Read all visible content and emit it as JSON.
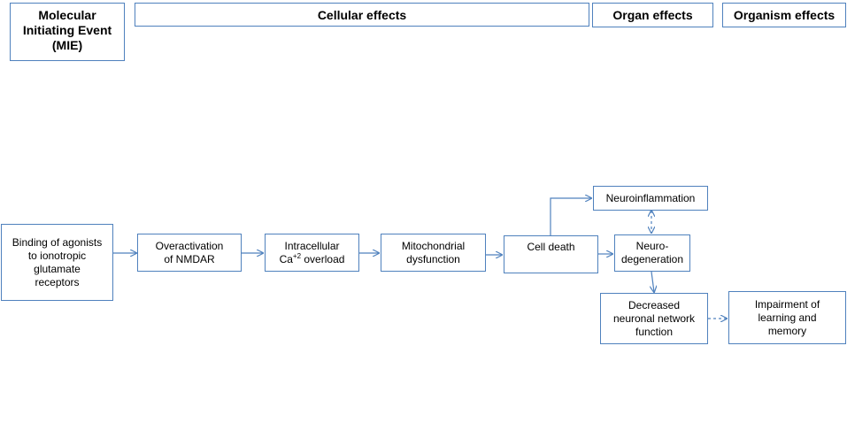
{
  "headers": {
    "mie": "Molecular\nInitiating Event\n(MIE)",
    "cellular": "Cellular effects",
    "organ": "Organ effects",
    "organism": "Organism effects"
  },
  "nodes": {
    "binding": "Binding of agonists\nto  ionotropic\nglutamate\nreceptors",
    "overactivation": "Overactivation\nof NMDAR",
    "calcium_pre": "Intracellular\nCa",
    "calcium_sup": "+2",
    "calcium_post": " overload",
    "mitochondrial": "Mitochondrial\ndysfunction",
    "cell_death": "Cell death",
    "neuroinflammation": "Neuroinflammation",
    "neurodegeneration": "Neuro-\ndegeneration",
    "decreased_network": "Decreased\nneuronal network\nfunction",
    "impairment": "Impairment of\nlearning and\nmemory"
  },
  "colors": {
    "border": "#4f81bd",
    "arrow": "#4f81bd"
  }
}
